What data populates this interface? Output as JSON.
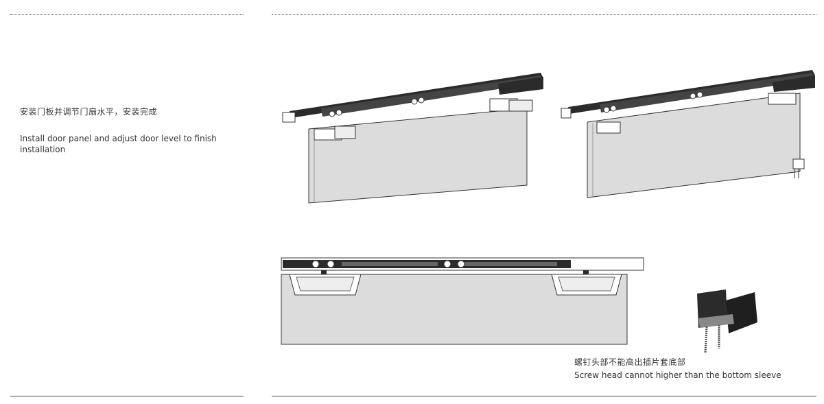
{
  "step": {
    "instruction_zh": "安装门板并调节门扇水平，安装完成",
    "instruction_en": "Install door panel  and adjust door level to finish installation"
  },
  "note": {
    "warning_zh": "螺钉头部不能高出插片套底部",
    "warning_en": "Screw head cannot higher than the bottom sleeve"
  },
  "colors": {
    "door_fill": "#dcdcdc",
    "rail_dark": "#2b2b2b",
    "line": "#333333"
  }
}
